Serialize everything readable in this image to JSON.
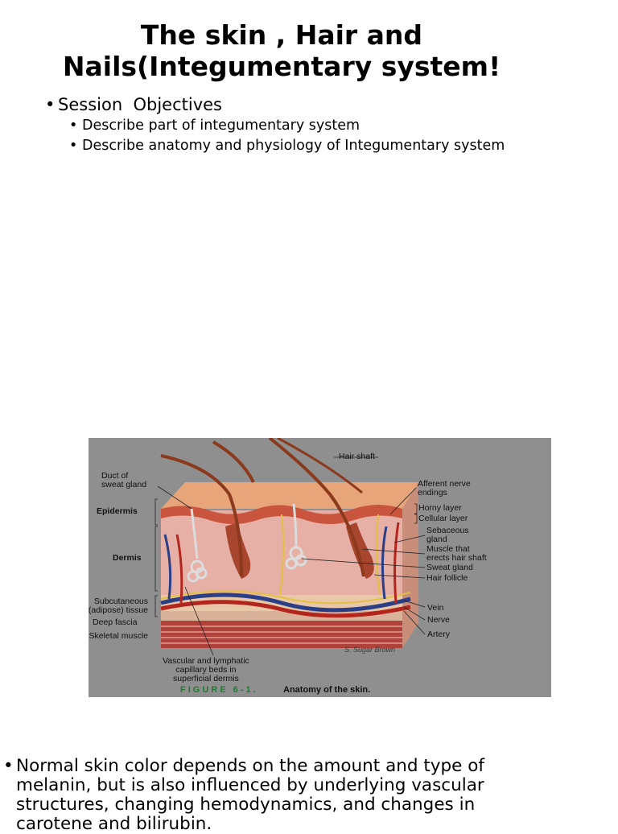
{
  "title": "The skin , Hair and Nails(Integumentary system!",
  "objectives": {
    "heading": "Session  Objectives",
    "items": [
      "Describe part of integumentary system",
      "Describe anatomy and physiology of Integumentary system"
    ]
  },
  "figure": {
    "labels": {
      "hair_shaft": "Hair shaft",
      "duct_sweat": "Duct of\nsweat gland",
      "afferent": "Afferent nerve\nendings",
      "epidermis": "Epidermis",
      "horny": "Horny layer",
      "cellular": "Cellular layer",
      "sebaceous": "Sebaceous\ngland",
      "dermis": "Dermis",
      "muscle_hair": "Muscle that\nerects hair shaft",
      "sweat_gland": "Sweat gland",
      "hair_follicle": "Hair follicle",
      "subcutaneous": "Subcutaneous\n(adipose) tissue",
      "vein": "Vein",
      "deep_fascia": "Deep fascia",
      "nerve": "Nerve",
      "skeletal": "Skeletal muscle",
      "artery": "Artery",
      "vascular": "Vascular and lymphatic\ncapillary beds in\nsuperficial dermis"
    },
    "number": "FIGURE 6-1.",
    "caption": "Anatomy of the skin.",
    "signature": "S. Sugar Brown"
  },
  "paragraph": "Normal skin color depends on the amount and type of melanin, but is also influenced by underlying vascular structures, changing hemodynamics, and changes in carotene and bilirubin."
}
